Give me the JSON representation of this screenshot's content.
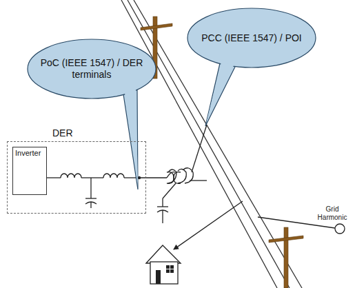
{
  "diagram": {
    "nodes": [
      {
        "text": [
          "PoC (IEEE 1547) / DER terminals"
        ]
      },
      {
        "text": [
          "PCC (IEEE 1547) / POI"
        ]
      },
      {
        "text": [
          "DER"
        ]
      },
      {
        "text": [
          "Inverter"
        ],
        "in": 2
      }
    ],
    "labels": [
      "Grid Harmonic"
    ]
  }
}
